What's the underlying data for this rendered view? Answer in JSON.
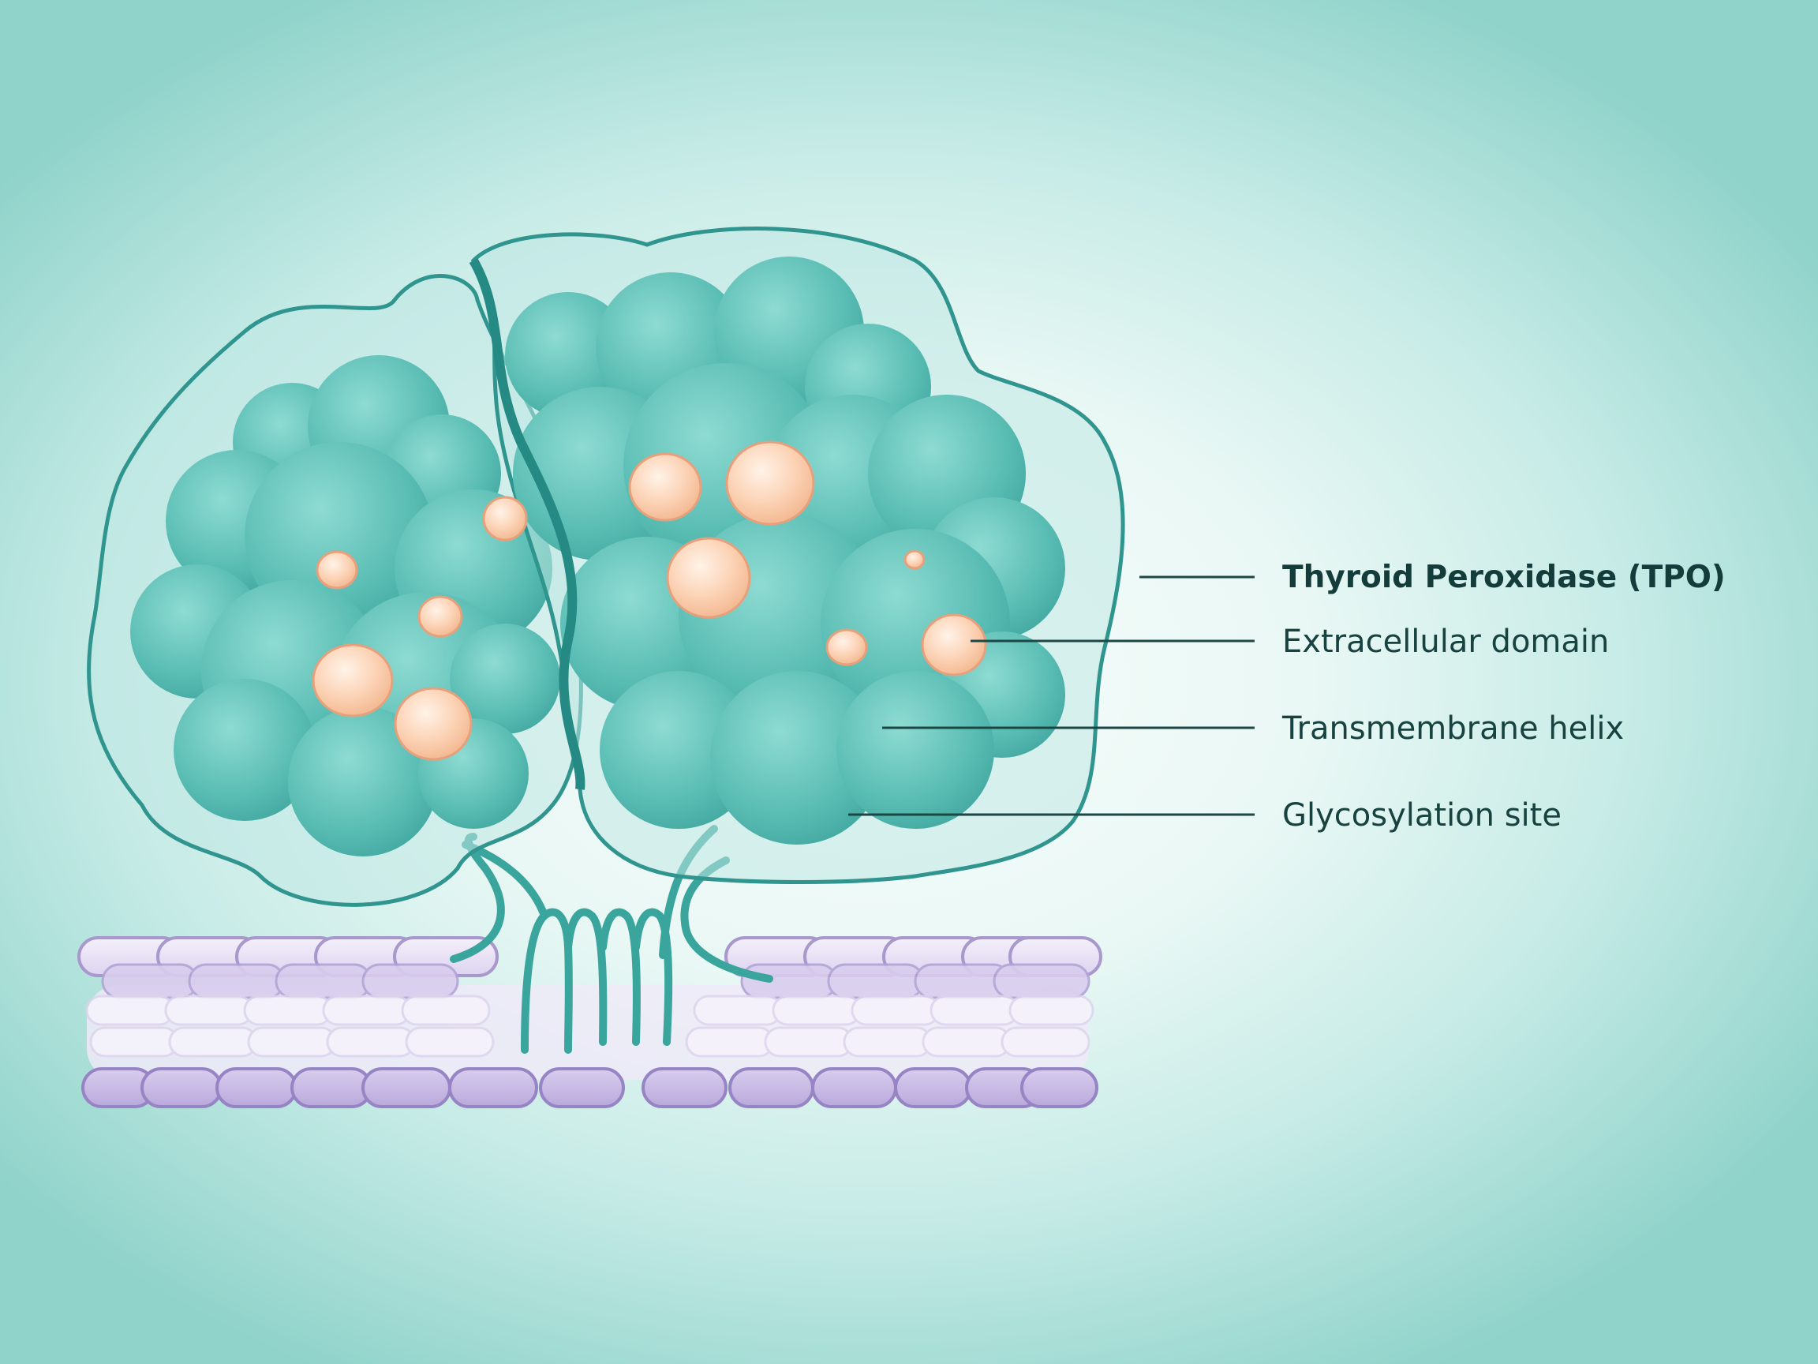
{
  "labels": [
    {
      "id": "protein-name",
      "text": "Thyroid Peroxidase (TPO)"
    },
    {
      "id": "extracellular-domain",
      "text": "Extracellular domain"
    },
    {
      "id": "transmembrane-helix",
      "text": "Transmembrane helix"
    },
    {
      "id": "glycosylation-site",
      "text": "Glycosylation site"
    }
  ],
  "colors": {
    "protein_fill": "#6cc7be",
    "protein_outline": "#2c8f88",
    "membrane_fill": "#cbbde3",
    "membrane_outline": "#9d8cc6",
    "site_fill": "#fcd0b3",
    "leader_line": "#1d4744"
  }
}
